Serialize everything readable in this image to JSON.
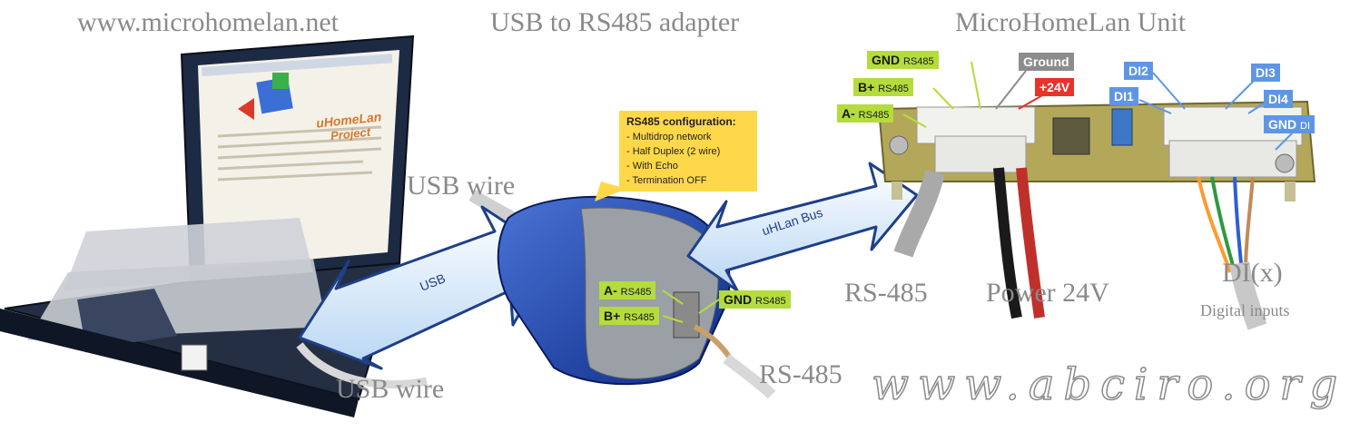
{
  "titles": {
    "website": "www.microhomelan.net",
    "adapter": "USB to RS485 adapter",
    "unit": "MicroHomeLan Unit"
  },
  "wires": {
    "usb_wire_top": "USB wire",
    "usb_wire_bottom": "USB wire",
    "rs485_adapter": "RS-485",
    "rs485_unit": "RS-485",
    "power": "Power 24V",
    "di": "DI(x)",
    "di_sub": "Digital inputs"
  },
  "arrows": {
    "usb": "USB",
    "bus": "uHLan Bus"
  },
  "config": {
    "title": "RS485 configuration:",
    "items": [
      "- Multidrop network",
      "- Half Duplex (2 wire)",
      "- With Echo",
      "- Termination OFF"
    ]
  },
  "adapter_pins": {
    "a_minus": {
      "main": "A-",
      "sub": "RS485"
    },
    "b_plus": {
      "main": "B+",
      "sub": "RS485"
    },
    "gnd": {
      "main": "GND",
      "sub": "RS485"
    }
  },
  "unit_pins": {
    "gnd": {
      "main": "GND",
      "sub": "RS485"
    },
    "b_plus": {
      "main": "B+",
      "sub": "RS485"
    },
    "a_minus": {
      "main": "A-",
      "sub": "RS485"
    },
    "ground": "Ground",
    "plus24": "+24V",
    "di1": "DI1",
    "di2": "DI2",
    "di3": "DI3",
    "di4": "DI4",
    "gnd_di": {
      "main": "GND",
      "sub": "DI"
    }
  },
  "laptop_screen": {
    "brand": "uHomeLan",
    "sub": "Project"
  },
  "watermark": "www.abciro.org",
  "colors": {
    "label_green": "#b4dc3c",
    "label_red": "#e8322a",
    "label_blue": "#5e96e6",
    "label_grey": "#8c8c8c",
    "config_yellow": "#ffd84a",
    "arrow_fill": "#cfe3f8",
    "arrow_stroke": "#1e3f8a"
  }
}
